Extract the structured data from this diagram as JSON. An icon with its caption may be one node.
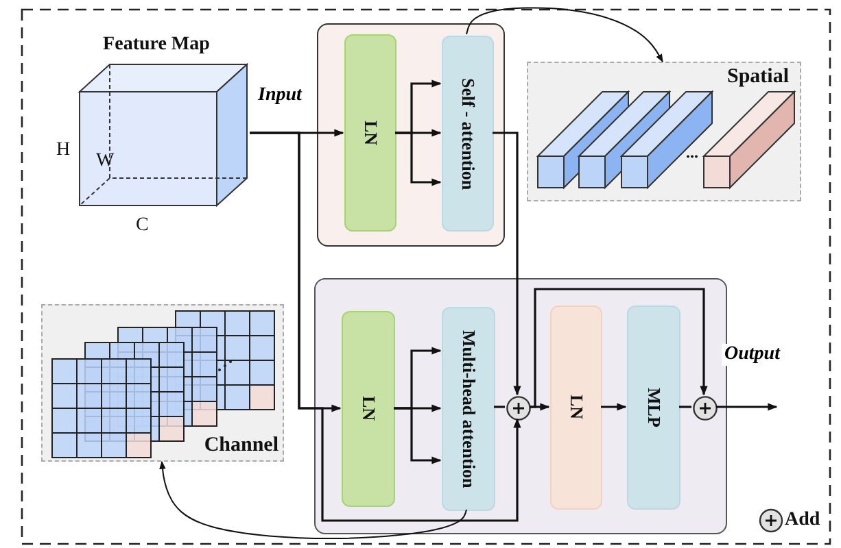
{
  "diagram": {
    "nodes": [
      {
        "text": [
          "Feature Map"
        ],
        "beside": [
          "H",
          "C"
        ]
      },
      {
        "text": [],
        "shape": "box"
      },
      {
        "text": [
          "LN"
        ],
        "in": 1
      },
      {
        "text": [
          "Self - attention"
        ],
        "in": 1
      },
      {
        "text": [
          "Spatial"
        ]
      },
      {
        "text": [
          "Channel"
        ]
      },
      {
        "text": [],
        "shape": "box"
      },
      {
        "text": [
          "LN"
        ],
        "in": 6
      },
      {
        "text": [
          "Multi-head attention"
        ],
        "in": 6
      },
      {
        "text": [],
        "shape": "circle",
        "in": 6
      },
      {
        "text": [
          "LN"
        ],
        "in": 6
      },
      {
        "text": [
          "MLP"
        ],
        "in": 6
      },
      {
        "text": [],
        "shape": "circle",
        "in": 6
      }
    ],
    "edges": [
      {
        "from": 0,
        "to": 2,
        "arrow": "to",
        "label": "Input"
      },
      {
        "from": 0,
        "to": 7,
        "arrow": "to"
      },
      {
        "from": 0,
        "to": 9,
        "arrow": "to"
      },
      {
        "from": 2,
        "to": 3,
        "arrow": "to"
      },
      {
        "from": 2,
        "to": 3,
        "arrow": "to"
      },
      {
        "from": 2,
        "to": 3,
        "arrow": "to"
      },
      {
        "from": 3,
        "to": 4,
        "arrow": "to"
      },
      {
        "from": 3,
        "to": 9,
        "arrow": "to"
      },
      {
        "from": 7,
        "to": 8,
        "arrow": "to"
      },
      {
        "from": 7,
        "to": 8,
        "arrow": "to"
      },
      {
        "from": 7,
        "to": 8,
        "arrow": "to"
      },
      {
        "from": 8,
        "to": 9,
        "arrow": "none"
      },
      {
        "from": 8,
        "to": 5,
        "arrow": "to"
      },
      {
        "from": 9,
        "to": 10,
        "arrow": "to"
      },
      {
        "from": 9,
        "to": 12,
        "arrow": "to"
      },
      {
        "from": 10,
        "to": 11,
        "arrow": "to"
      },
      {
        "from": 11,
        "to": 12,
        "arrow": "none"
      },
      {
        "from": 12,
        "to": null,
        "arrow": "to",
        "label": "Output"
      }
    ],
    "labels": [
      "W",
      "..."
    ],
    "legend": [
      {
        "text": "Add"
      }
    ]
  }
}
